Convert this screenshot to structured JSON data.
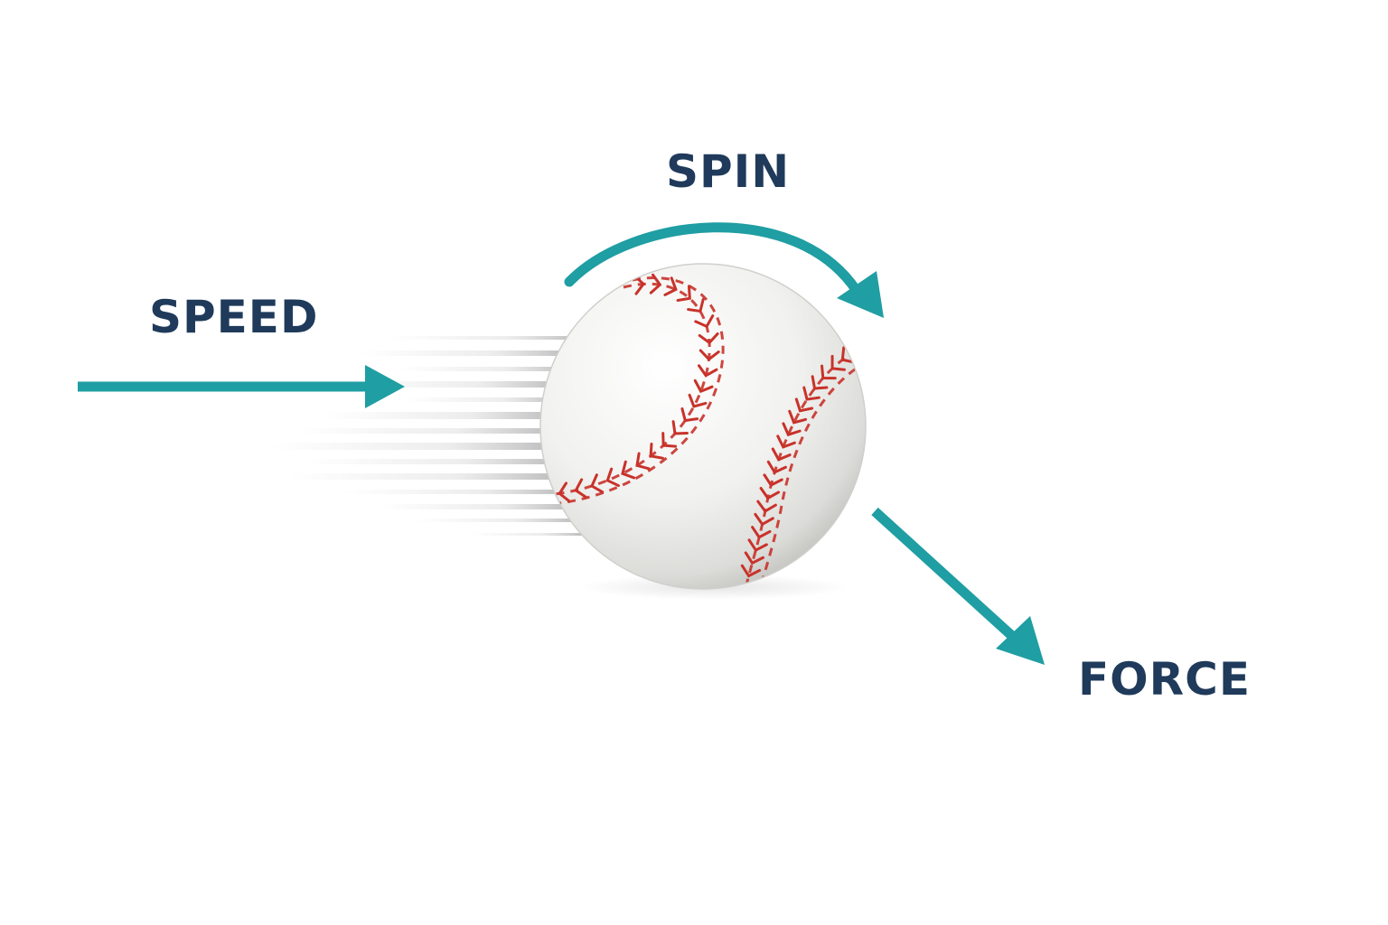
{
  "labels": {
    "speed": "SPEED",
    "spin": "SPIN",
    "force": "FORCE"
  },
  "icons": {
    "speed_arrow": "arrow-right-icon",
    "spin_arrow": "curved-arrow-icon",
    "force_arrow": "arrow-down-right-icon",
    "ball": "baseball-icon"
  },
  "colors": {
    "arrow": "#1f9ea3",
    "text": "#1f3a5a",
    "stitches": "#c8322a",
    "ball": "#f4f4f2"
  }
}
